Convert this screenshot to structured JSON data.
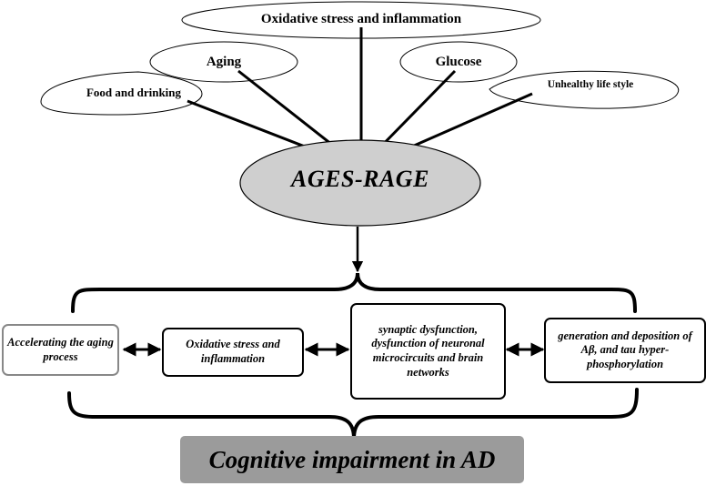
{
  "factors": {
    "oxidative": "Oxidative stress and inflammation",
    "aging": "Aging",
    "glucose": "Glucose",
    "food": "Food and drinking",
    "lifestyle": "Unhealthy life style"
  },
  "center": "AGES-RAGE",
  "effects": {
    "accelerating": "Accelerating the aging process",
    "oxidative": "Oxidative stress and inflammation",
    "synaptic": "synaptic dysfunction, dysfunction of neuronal microcircuits and brain networks",
    "generation": "generation and deposition of Aβ, and tau hyper-phosphorylation"
  },
  "outcome": "Cognitive impairment in AD",
  "colors": {
    "center_fill": "#cfcfcf",
    "outcome_fill": "#9b9b9b",
    "box_border_light": "#888888",
    "line": "#000000"
  }
}
